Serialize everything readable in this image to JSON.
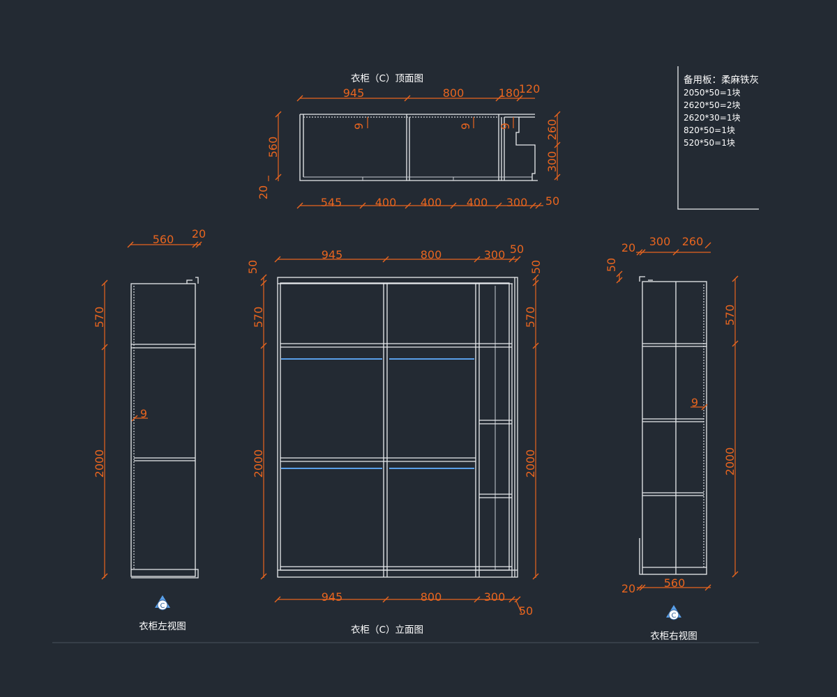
{
  "titles": {
    "top_view": "衣柜（C）顶面图",
    "elevation": "衣柜（C）立面图",
    "left_view": "衣柜左视图",
    "right_view": "衣柜右视图"
  },
  "section_marker": "C",
  "spare_boards": {
    "title": "备用板：柔麻铁灰",
    "items": [
      "2050*50=1块",
      "2620*50=2块",
      "2620*30=1块",
      "820*50=1块",
      "520*50=1块"
    ]
  },
  "top_view_dims": {
    "top": [
      "945",
      "800",
      "180",
      "120"
    ],
    "bottom": [
      "545",
      "400",
      "400",
      "400",
      "300",
      "50"
    ],
    "left_depth": "560",
    "left_small": "20",
    "right": [
      "260",
      "300"
    ],
    "inner": [
      "9",
      "9",
      "9"
    ]
  },
  "elevation_dims": {
    "top": [
      "945",
      "800",
      "300",
      "50"
    ],
    "bottom": [
      "945",
      "800",
      "300",
      "50"
    ],
    "left": [
      "50",
      "570",
      "2000"
    ],
    "right": [
      "50",
      "570",
      "2000"
    ]
  },
  "left_view_dims": {
    "top": [
      "560",
      "20"
    ],
    "side": [
      "570",
      "2000"
    ],
    "inner": "9"
  },
  "right_view_dims": {
    "top": [
      "20",
      "300",
      "260"
    ],
    "left_small": "50",
    "side": [
      "570",
      "2000"
    ],
    "inner": "9",
    "bottom": [
      "20",
      "560"
    ]
  },
  "colors": {
    "background": "#232a33",
    "dimension": "#e8651f",
    "outline": "#e9ecef",
    "hanging_rod": "#5aa0ea"
  }
}
